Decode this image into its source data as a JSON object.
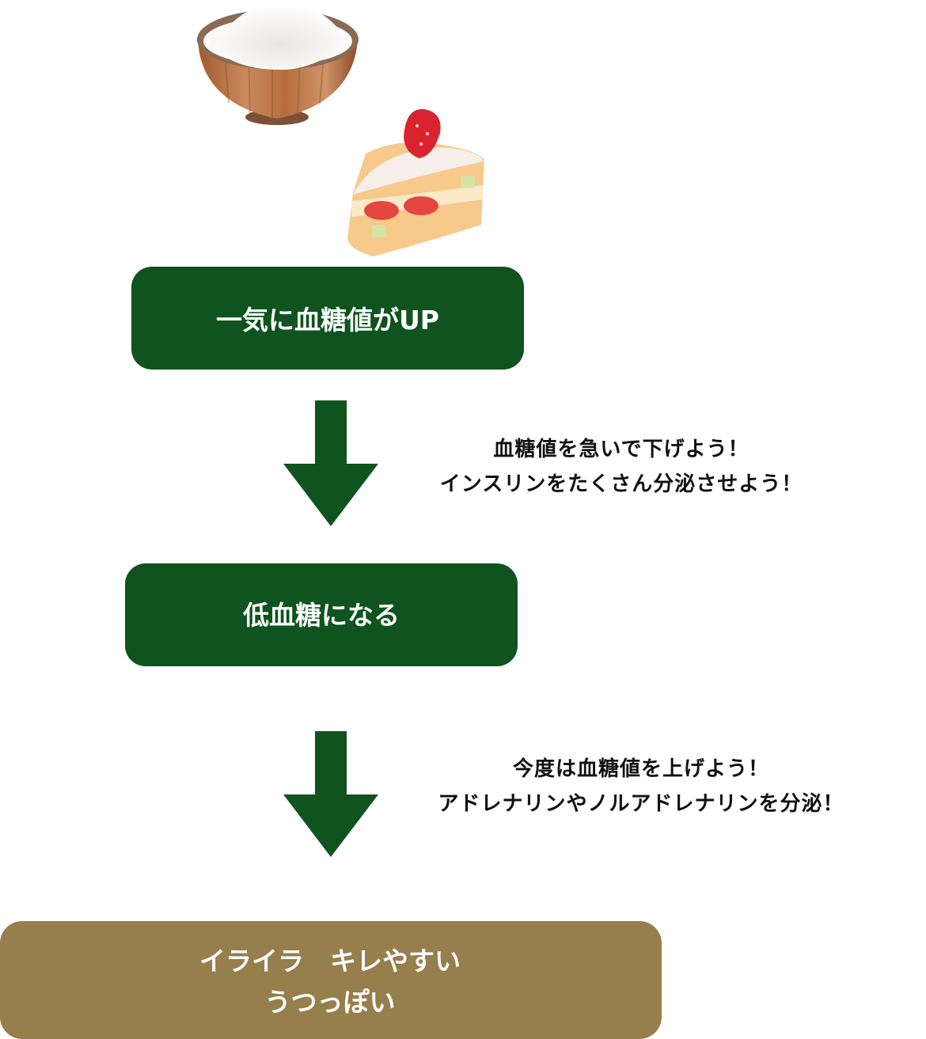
{
  "illustrations": {
    "rice_bowl": "rice-bowl",
    "cake": "strawberry-shortcake"
  },
  "colors": {
    "step_green": "#0f531f",
    "result_brown": "#967e4d",
    "arrow_green": "#0f531f"
  },
  "flow": {
    "step1": {
      "label": "一気に血糖値がUP"
    },
    "note1": {
      "lines": [
        "血糖値を急いで下げよう！",
        "インスリンをたくさん分泌させよう！"
      ]
    },
    "step2": {
      "label": "低血糖になる"
    },
    "note2": {
      "lines": [
        "今度は血糖値を上げよう！",
        "アドレナリンやノルアドレナリンを分泌！"
      ]
    },
    "result": {
      "lines": [
        "イライラ　キレやすい",
        "うつっぽい"
      ]
    }
  }
}
